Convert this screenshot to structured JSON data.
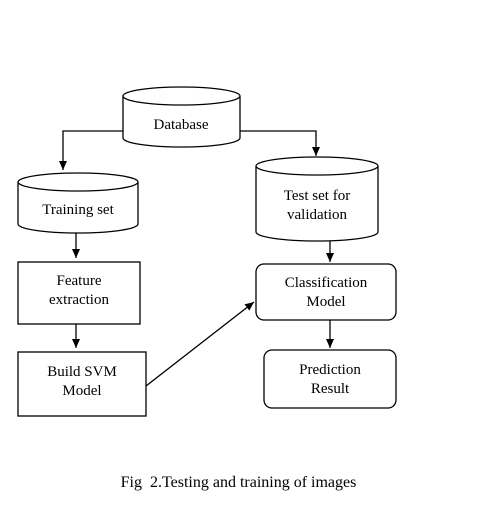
{
  "nodes": {
    "database": "Database",
    "training_set": "Training set",
    "test_set_line1": "Test set for",
    "test_set_line2": "validation",
    "feature_line1": "Feature",
    "feature_line2": "extraction",
    "build_svm_line1": "Build SVM",
    "build_svm_line2": "Model",
    "classification_line1": "Classification",
    "classification_line2": "Model",
    "prediction_line1": "Prediction",
    "prediction_line2": "Result"
  },
  "caption": "Fig  2.Testing and training of images"
}
